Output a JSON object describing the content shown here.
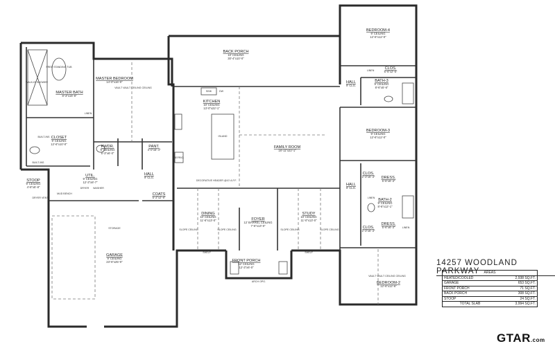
{
  "title": "14257 WOODLAND PARKWAY",
  "areas": {
    "header": "AREAS",
    "rows": [
      {
        "label": "HEATED/COOLED",
        "value": "2,938 SQ.FT."
      },
      {
        "label": "GARAGE",
        "value": "653 SQ.FT."
      },
      {
        "label": "FRONT PORCH",
        "value": "71 SQ.FT."
      },
      {
        "label": "BACK PORCH",
        "value": "308 SQ.FT."
      },
      {
        "label": "STOOP",
        "value": "24 SQ.FT."
      },
      {
        "label": "TOTAL SLAB",
        "value": "3,994 SQ.FT."
      }
    ]
  },
  "logo": {
    "text": "GTAR",
    "suffix": ".com"
  },
  "rooms": [
    {
      "id": "master-bath",
      "name": "MASTER BATH",
      "ceiling": "",
      "size": "8'-3\"x15'-9\""
    },
    {
      "id": "master-bedroom",
      "name": "MASTER BEDROOM",
      "ceiling": "",
      "size": "14'-0\"x16'-0\""
    },
    {
      "id": "closet",
      "name": "CLOSET",
      "ceiling": "9' CEILING",
      "size": "12'-6\"x10'-0\""
    },
    {
      "id": "pwdr",
      "name": "PWDR.",
      "ceiling": "9' CEILING",
      "size": "5'-3\"x6'-0\""
    },
    {
      "id": "util",
      "name": "UTIL.",
      "ceiling": "9' CEILING",
      "size": "12'-3\"x8'-7\""
    },
    {
      "id": "stoop",
      "name": "STOOP",
      "ceiling": "9' CEILING",
      "size": "4'-8\"x5'-8\""
    },
    {
      "id": "pant",
      "name": "PANT.",
      "ceiling": "",
      "size": "4'-0\"x6'-4\""
    },
    {
      "id": "hall-1",
      "name": "HALL",
      "ceiling": "9' CLG.",
      "size": ""
    },
    {
      "id": "coats",
      "name": "COATS",
      "ceiling": "",
      "size": "5'-2\"x2'-9\""
    },
    {
      "id": "back-porch",
      "name": "BACK PORCH",
      "ceiling": "10' CEILING",
      "size": "30'-4\"x10'-0\""
    },
    {
      "id": "kitchen",
      "name": "KITCHEN",
      "ceiling": "10' CEILING",
      "size": "13'-0\"x22'-1\""
    },
    {
      "id": "family-room",
      "name": "FAMILY ROOM",
      "ceiling": "",
      "size": "18'-11\"x22'-1\""
    },
    {
      "id": "bedroom-4",
      "name": "BEDROOM-4",
      "ceiling": "9' CEILING",
      "size": "12'-6\"x12'-0\""
    },
    {
      "id": "clos-4",
      "name": "CLOS.",
      "ceiling": "",
      "size": "6'-6\"x2'-6\""
    },
    {
      "id": "hall-2",
      "name": "HALL",
      "ceiling": "9' CLG.",
      "size": ""
    },
    {
      "id": "bath-3",
      "name": "BATH-3",
      "ceiling": "9' CEILING",
      "size": "8'-6\"x5'-6\""
    },
    {
      "id": "bedroom-3",
      "name": "BEDROOM-3",
      "ceiling": "9' CEILING",
      "size": "12'-6\"x12'-0\""
    },
    {
      "id": "hall-3",
      "name": "HALL",
      "ceiling": "9' CLG.",
      "size": ""
    },
    {
      "id": "clos-3",
      "name": "CLOS.",
      "ceiling": "",
      "size": "2'-3\"x6'-3\""
    },
    {
      "id": "dress-3",
      "name": "DRESS.",
      "ceiling": "",
      "size": "5'-6\"x6'-3\""
    },
    {
      "id": "bath-2",
      "name": "BATH-2",
      "ceiling": "9' CEILING",
      "size": "8'-6\"x12'-1\""
    },
    {
      "id": "dress-2",
      "name": "DRESS.",
      "ceiling": "",
      "size": "5'-6\"x6'-3\""
    },
    {
      "id": "clos-2",
      "name": "CLOS.",
      "ceiling": "",
      "size": "2'-3\"x6'-3\""
    },
    {
      "id": "bedroom-2",
      "name": "BEDROOM-2",
      "ceiling": "",
      "size": "12'-6\"x12'-6\""
    },
    {
      "id": "dining",
      "name": "DINING",
      "ceiling": "10' CEILING",
      "size": "11'-6\"x13'-0\""
    },
    {
      "id": "foyer",
      "name": "FOYER",
      "ceiling": "12' BARREL CEILING",
      "size": "7'-6\"x13'-0\""
    },
    {
      "id": "study",
      "name": "STUDY",
      "ceiling": "10' CEILING",
      "size": "11'-0\"x13'-0\""
    },
    {
      "id": "front-porch",
      "name": "FRONT PORCH",
      "ceiling": "12' CEILING",
      "size": "12'-3\"x6'-0\""
    },
    {
      "id": "garage",
      "name": "GARAGE",
      "ceiling": "9' CEILING",
      "size": "23'-6\"x25'-0\""
    }
  ],
  "notes": [
    {
      "id": "walk-in-shower",
      "text": "WALK-IN SHOWER"
    },
    {
      "id": "free-standing-tub",
      "text": "FREE STANDING TUB"
    },
    {
      "id": "island",
      "text": "ISLAND"
    },
    {
      "id": "built-ins-1",
      "text": "BUILT-INS"
    },
    {
      "id": "built-ins-2",
      "text": "BUILT-INS"
    },
    {
      "id": "linen-1",
      "text": "LINEN"
    },
    {
      "id": "linen-2",
      "text": "LINEN"
    },
    {
      "id": "linen-3",
      "text": "LINEN"
    },
    {
      "id": "linen-4",
      "text": "LINEN"
    },
    {
      "id": "dryer",
      "text": "DRYER"
    },
    {
      "id": "washer",
      "text": "WASHER"
    },
    {
      "id": "mud-bench",
      "text": "MUD BENCH"
    },
    {
      "id": "dryer-vent",
      "text": "DRYER VENT"
    },
    {
      "id": "refrig",
      "text": "REFRIG."
    },
    {
      "id": "sink",
      "text": "SINK"
    },
    {
      "id": "dw",
      "text": "DW"
    },
    {
      "id": "decorative-header",
      "text": "DECORATIVE HEADER @10' A.F.F."
    },
    {
      "id": "vault-master",
      "text": "VAULT VAULT CEILING CEILING"
    },
    {
      "id": "vault-bed2",
      "text": "VAULT VAULT CEILING CEILING"
    },
    {
      "id": "shelf-1",
      "text": "SHELF"
    },
    {
      "id": "shelf-2",
      "text": "SHELF"
    },
    {
      "id": "arch-opening",
      "text": "ARCH OPG."
    },
    {
      "id": "slope-1",
      "text": "SLOPE CEILING"
    },
    {
      "id": "slope-2",
      "text": "SLOPE CEILING"
    },
    {
      "id": "slope-3",
      "text": "SLOPE CEILING"
    },
    {
      "id": "slope-4",
      "text": "SLOPE CEILING"
    },
    {
      "id": "storage",
      "text": "STORAGE"
    }
  ]
}
